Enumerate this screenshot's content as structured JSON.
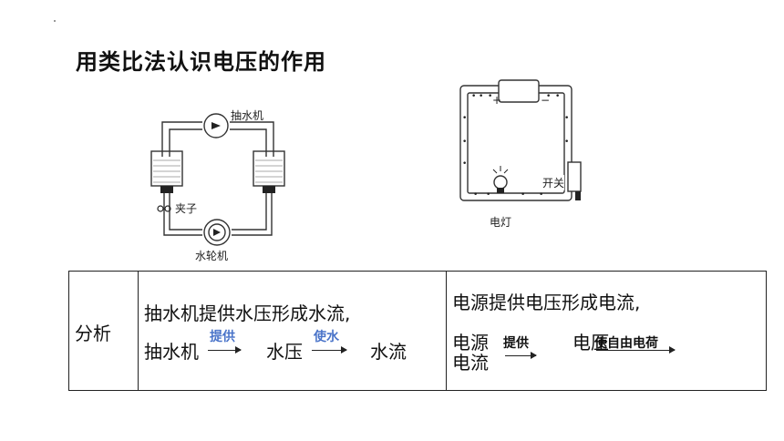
{
  "title": "用类比法认识电压的作用",
  "water_diagram": {
    "pump_label": "抽水机",
    "clip_label": "夹子",
    "turbine_label": "水轮机"
  },
  "circuit_diagram": {
    "switch_label": "开关",
    "lamp_label": "电灯",
    "plus_sign": "+",
    "minus_sign": "−"
  },
  "table": {
    "row_header": "分析",
    "water": {
      "line1": "抽水机提供水压形成水流,",
      "item1": "抽水机",
      "verb1": "提供",
      "item2": "水压",
      "verb2": "使水",
      "item3": "水流"
    },
    "electric": {
      "line1": "电源提供电压形成电流,",
      "item1": "电源",
      "verb1": "提供",
      "item2": "电压",
      "verb2": "使自由电荷",
      "item3": "电流"
    }
  }
}
